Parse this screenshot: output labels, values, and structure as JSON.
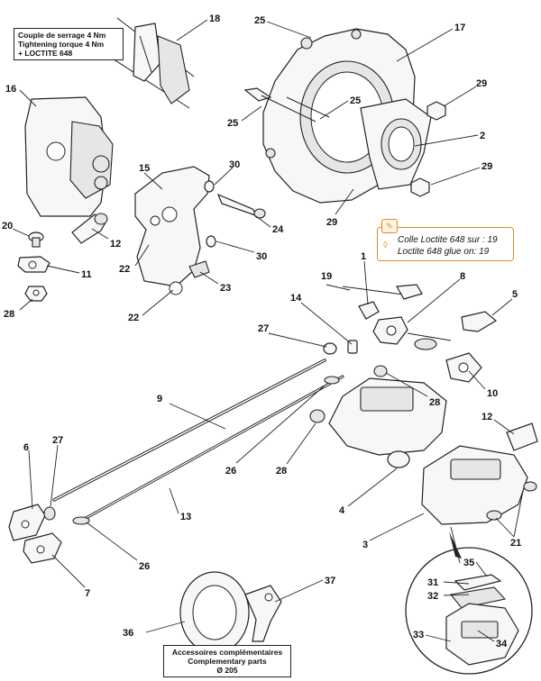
{
  "notes": {
    "torque": {
      "line1": "Couple de serrage 4 Nm",
      "line2": "Tightening torque 4 Nm",
      "line3": "+ LOCTITE 648"
    },
    "loctite": {
      "line1": "Colle Loctite 648 sur : 19",
      "line2": "Loctite 648 glue on: 19",
      "accent_color": "#e08a2c"
    },
    "accessories": {
      "line1": "Accessoires complémentaires",
      "line2": "Complementary parts",
      "line3": "Ø 205"
    }
  },
  "callouts": {
    "c1": "1",
    "c2": "2",
    "c3": "3",
    "c4": "4",
    "c5": "5",
    "c6": "6",
    "c7": "7",
    "c8": "8",
    "c9": "9",
    "c10": "10",
    "c11": "11",
    "c12a": "12",
    "c12b": "12",
    "c13": "13",
    "c14": "14",
    "c15": "15",
    "c16": "16",
    "c17": "17",
    "c18": "18",
    "c19": "19",
    "c20": "20",
    "c21": "21",
    "c22a": "22",
    "c22b": "22",
    "c23": "23",
    "c24": "24",
    "c25a": "25",
    "c25b": "25",
    "c25c": "25",
    "c26a": "26",
    "c26b": "26",
    "c27a": "27",
    "c27b": "27",
    "c28a": "28",
    "c28b": "28",
    "c28c": "28",
    "c29a": "29",
    "c29b": "29",
    "c29c": "29",
    "c30a": "30",
    "c30b": "30",
    "c31": "31",
    "c32": "32",
    "c33": "33",
    "c34": "34",
    "c35": "35",
    "c36": "36",
    "c37": "37"
  }
}
